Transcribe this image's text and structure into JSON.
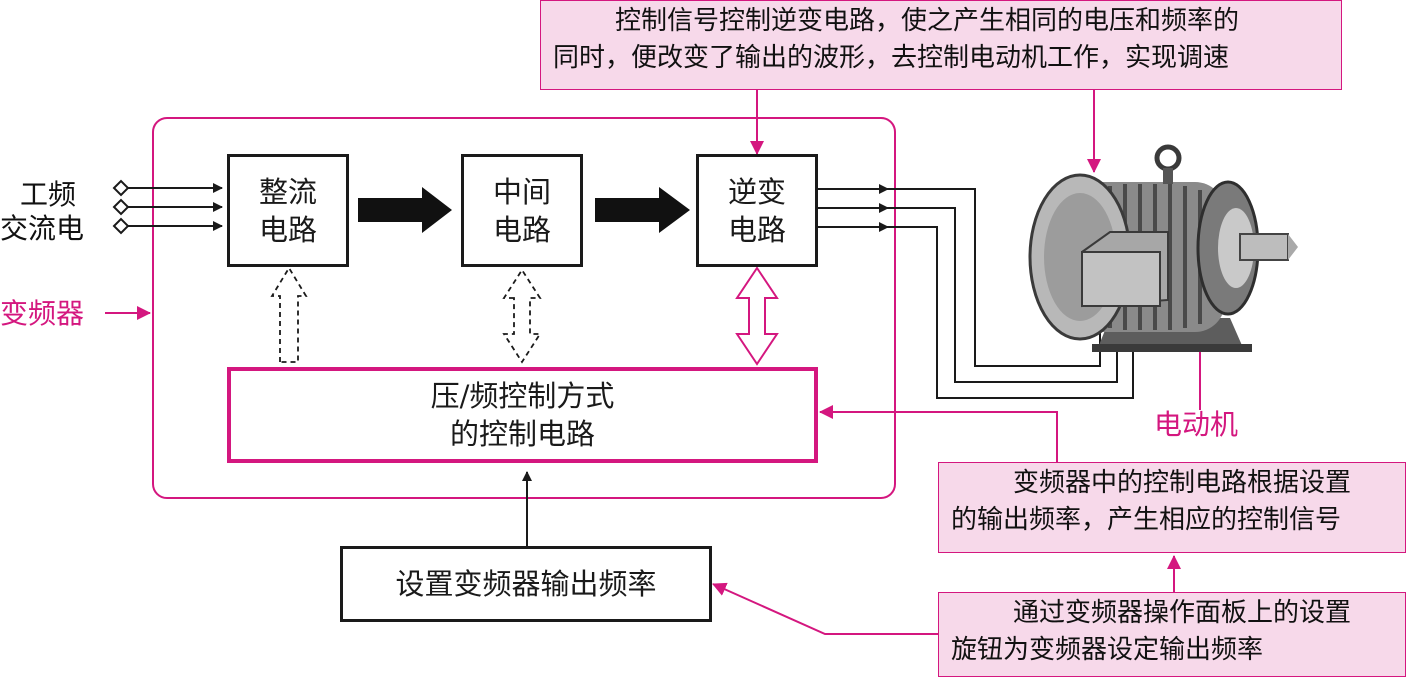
{
  "input_label": [
    "工频",
    "交流电"
  ],
  "inverter_label": "变频器",
  "blocks": {
    "rectifier": [
      "整流",
      "电路"
    ],
    "intermediate": [
      "中间",
      "电路"
    ],
    "inverter": [
      "逆变",
      "电路"
    ],
    "control": [
      "压/频控制方式",
      "的控制电路"
    ],
    "setting": "设置变频器输出频率"
  },
  "motor_label": "电动机",
  "callouts": {
    "top": [
      "控制信号控制逆变电路，使之产生相同的电压和频率的",
      "同时，便改变了输出的波形，去控制电动机工作，实现调速"
    ],
    "control_circuit": [
      "变频器中的控制电路根据设置",
      "的输出频率，产生相应的控制信号"
    ],
    "panel": [
      "通过变频器操作面板上的设置",
      "旋钮为变频器设定输出频率"
    ]
  },
  "colors": {
    "accent": "#d4177f",
    "callout_fill": "#f7d9ea",
    "line": "#1a1a1a"
  }
}
